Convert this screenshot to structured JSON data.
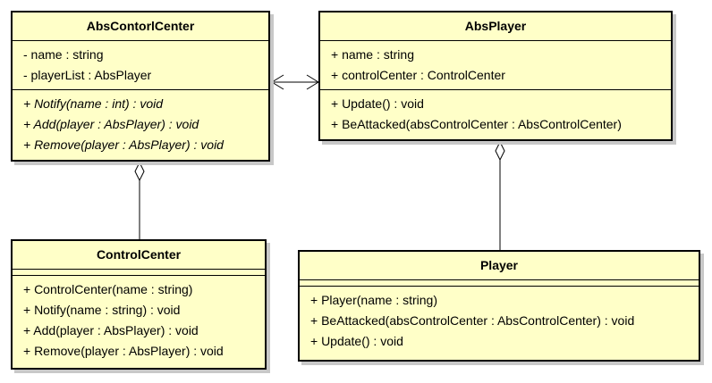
{
  "diagram": {
    "classes": {
      "abs_control_center": {
        "name": "AbsContorlCenter",
        "attributes": [
          "- name : string",
          "- playerList : AbsPlayer"
        ],
        "operations": [
          "+ Notify(name : int) : void",
          "+ Add(player : AbsPlayer) : void",
          "+ Remove(player : AbsPlayer) : void"
        ]
      },
      "abs_player": {
        "name": "AbsPlayer",
        "attributes": [
          "+ name : string",
          "+ controlCenter : ControlCenter"
        ],
        "operations": [
          "+ Update() : void",
          "+ BeAttacked(absControlCenter : AbsControlCenter)"
        ]
      },
      "control_center": {
        "name": "ControlCenter",
        "attributes": [],
        "operations": [
          "+ ControlCenter(name : string)",
          "+ Notify(name : string) : void",
          "+ Add(player : AbsPlayer) : void",
          "+ Remove(player : AbsPlayer) : void"
        ]
      },
      "player": {
        "name": "Player",
        "attributes": [],
        "operations": [
          "+ Player(name : string)",
          "+ BeAttacked(absControlCenter : AbsControlCenter) : void",
          "+ Update() : void"
        ]
      }
    },
    "relations": [
      {
        "type": "bidirectional-association",
        "from": "AbsContorlCenter",
        "to": "AbsPlayer"
      },
      {
        "type": "aggregation",
        "whole": "AbsContorlCenter",
        "part": "ControlCenter"
      },
      {
        "type": "aggregation",
        "whole": "AbsPlayer",
        "part": "Player"
      }
    ],
    "colors": {
      "class_fill": "#ffffc8",
      "class_border": "#000000",
      "shadow": "#c8c8c8",
      "background": "#ffffff"
    }
  }
}
